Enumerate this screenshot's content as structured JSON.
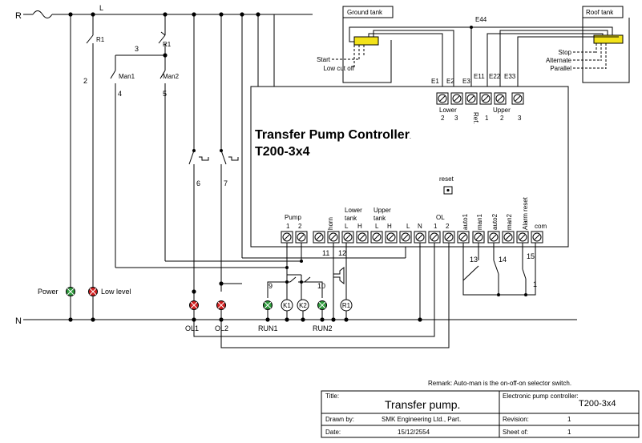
{
  "rails": {
    "r": "R",
    "l": "L",
    "n": "N"
  },
  "wire_numbers": [
    "2",
    "3",
    "4",
    "5",
    "6",
    "7",
    "9",
    "10",
    "11",
    "12",
    "13",
    "14",
    "15",
    "1"
  ],
  "relays": {
    "r1_a": "R1",
    "r1_b": "R1",
    "man1": "Man1",
    "man2": "Man2"
  },
  "tanks": {
    "ground": {
      "title": "Ground tank",
      "start": "Start",
      "low_cut": "Low cut off"
    },
    "roof": {
      "title": "Roof tank",
      "stop": "Stop",
      "alternate": "Alternate",
      "parallel": "Parallel",
      "e44": "E44"
    }
  },
  "controller": {
    "title": "Transfer Pump Controller",
    "title_mark": ".",
    "model": "T200-3x4",
    "reset": "reset",
    "top_terminal_ids": [
      "E1",
      "E2",
      "E3",
      "E11",
      "E22",
      "E33"
    ],
    "lower": "Lower",
    "upper": "Upper",
    "ref": "Ref.",
    "top_nums": [
      "2",
      "3",
      "1",
      "2",
      "3"
    ],
    "bottom": {
      "pump": "Pump",
      "pump1": "1",
      "pump2": "2",
      "horn": "horn",
      "lower_tank": "Lower\ntank",
      "upper_tank": "Upper\ntank",
      "l1": "L",
      "h1": "H",
      "l2": "L",
      "h2": "H",
      "l3": "L",
      "n": "N",
      "ol": "OL",
      "ol1": "1",
      "ol2": "2",
      "auto1": "auto1",
      "man1": "man1",
      "auto2": "auto2",
      "man2": "man2",
      "alarm_reset": "Alarm reset",
      "com": "com"
    }
  },
  "lamps": {
    "power": "Power",
    "low_level": "Low level",
    "ol1": "OL1",
    "ol2": "OL2",
    "run1": "RUN1",
    "run2": "RUN2",
    "k1": "K1",
    "k2": "K2",
    "r1": "R1"
  },
  "colors": {
    "green_lamp": "#2e9b3c",
    "red_lamp": "#d21f1f",
    "float_switch": "#f2e21a"
  },
  "remark": "Remark: Auto-man is  the on-off-on selector switch.",
  "title_block": {
    "title_label": "Title:",
    "title_value": "Transfer pump.",
    "controller_label": "Electronic pump controller:",
    "controller_value": "T200-3x4",
    "drawn_label": "Drawn by:",
    "drawn_value": "SMK Engineering Ltd., Part.",
    "revision_label": "Revision:",
    "revision_value": "1",
    "date_label": "Date:",
    "date_value": "15/12/2554",
    "sheet_label": "Sheet of:",
    "sheet_value": "1"
  }
}
